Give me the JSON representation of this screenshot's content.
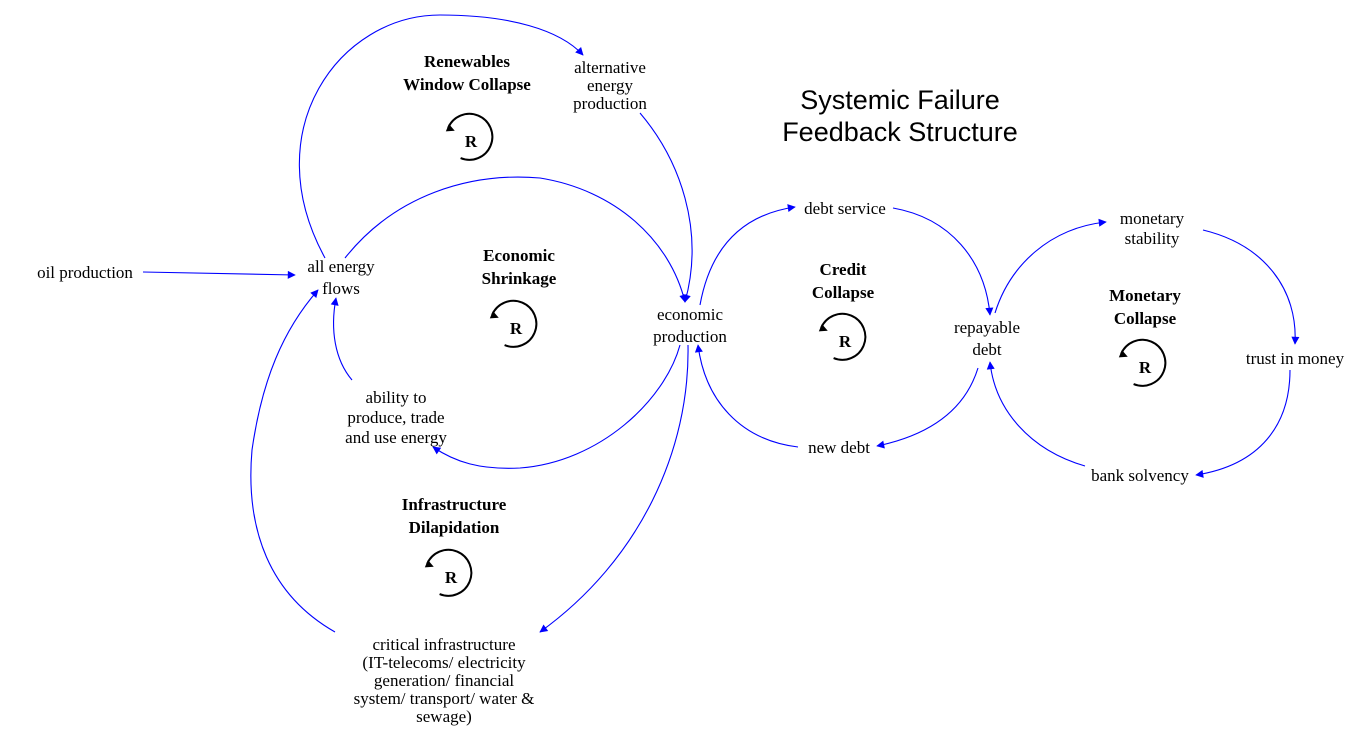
{
  "title": {
    "lines": [
      "Systemic Failure",
      "Feedback Structure"
    ]
  },
  "variables": {
    "oil_production": [
      "oil production"
    ],
    "all_energy_flows": [
      "all energy",
      "flows"
    ],
    "alternative_energy_production": [
      "alternative",
      "energy",
      "production"
    ],
    "economic_production": [
      "economic",
      "production"
    ],
    "ability_to_produce": [
      "ability to",
      "produce, trade",
      "and use energy"
    ],
    "critical_infrastructure": [
      "critical infrastructure",
      "(IT-telecoms/ electricity",
      "generation/ financial",
      "system/ transport/ water &",
      "sewage)"
    ],
    "debt_service": [
      "debt service"
    ],
    "new_debt": [
      "new debt"
    ],
    "repayable_debt": [
      "repayable",
      "debt"
    ],
    "monetary_stability": [
      "monetary",
      "stability"
    ],
    "trust_in_money": [
      "trust in money"
    ],
    "bank_solvency": [
      "bank solvency"
    ]
  },
  "loops": [
    {
      "id": "renewables",
      "name": [
        "Renewables",
        "Window Collapse"
      ],
      "polarity": "R"
    },
    {
      "id": "economic",
      "name": [
        "Economic",
        "Shrinkage"
      ],
      "polarity": "R"
    },
    {
      "id": "infrastructure",
      "name": [
        "Infrastructure",
        "Dilapidation"
      ],
      "polarity": "R"
    },
    {
      "id": "credit",
      "name": [
        "Credit",
        "Collapse"
      ],
      "polarity": "R"
    },
    {
      "id": "monetary",
      "name": [
        "Monetary",
        "Collapse"
      ],
      "polarity": "R"
    }
  ],
  "colors": {
    "link": "#0000ff",
    "loop_marker": "#000000",
    "text": "#000000"
  }
}
